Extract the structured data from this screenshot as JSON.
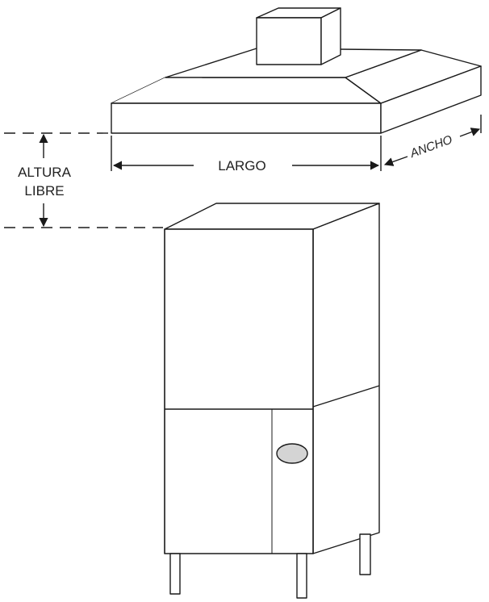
{
  "labels": {
    "largo": "LARGO",
    "ancho": "ANCHO",
    "altura_line1": "ALTURA",
    "altura_line2": "LIBRE"
  },
  "colors": {
    "stroke": "#1a1a1a",
    "panel": "#ffffff",
    "knob": "#d4d4d4"
  }
}
